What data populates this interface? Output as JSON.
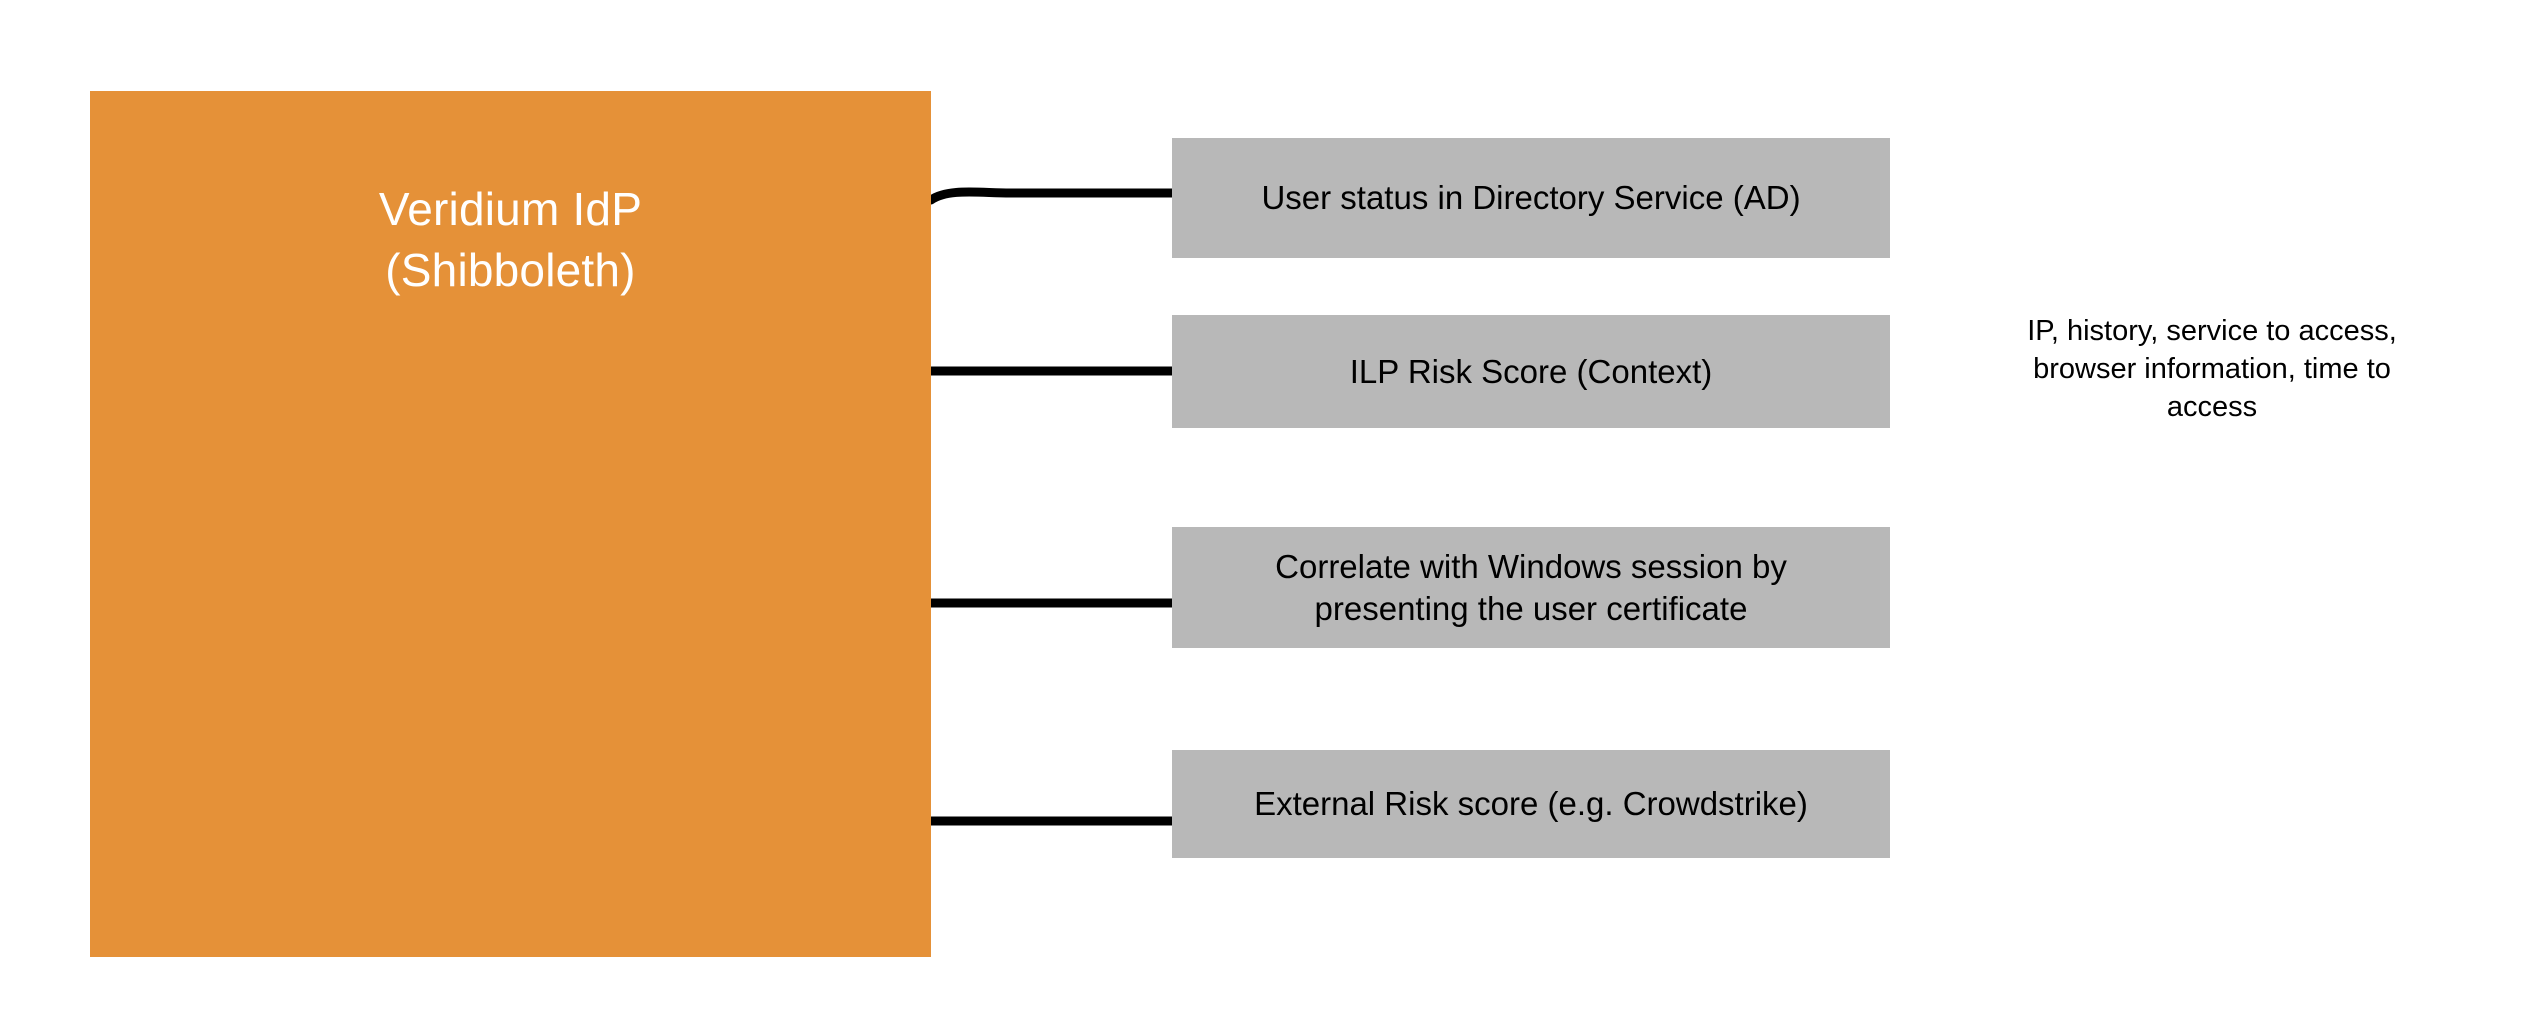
{
  "diagram": {
    "title_node": {
      "label": "Veridium IdP\n(Shibboleth)",
      "color": "#e59138",
      "text_color": "#ffffff"
    },
    "factors": [
      {
        "label": "User status in Directory Service (AD)",
        "color": "#b8b8b8"
      },
      {
        "label": "ILP Risk Score (Context)",
        "color": "#b8b8b8"
      },
      {
        "label": "Correlate with Windows session by\npresenting the user certificate",
        "color": "#b8b8b8"
      },
      {
        "label": "External Risk score (e.g. Crowdstrike)",
        "color": "#b8b8b8"
      }
    ],
    "annotation": {
      "text": "IP, history, service to access,\nbrowser information, time to\naccess",
      "describes": "ILP Risk Score (Context)"
    },
    "connectors": [
      {
        "from": "Veridium IdP (Shibboleth)",
        "to": "User status in Directory Service (AD)",
        "color": "#000000"
      },
      {
        "from": "Veridium IdP (Shibboleth)",
        "to": "ILP Risk Score (Context)",
        "color": "#000000"
      },
      {
        "from": "Veridium IdP (Shibboleth)",
        "to": "Correlate with Windows session by presenting the user certificate",
        "color": "#000000"
      },
      {
        "from": "Veridium IdP (Shibboleth)",
        "to": "External Risk score (e.g. Crowdstrike)",
        "color": "#000000"
      }
    ],
    "background": "#ffffff"
  }
}
